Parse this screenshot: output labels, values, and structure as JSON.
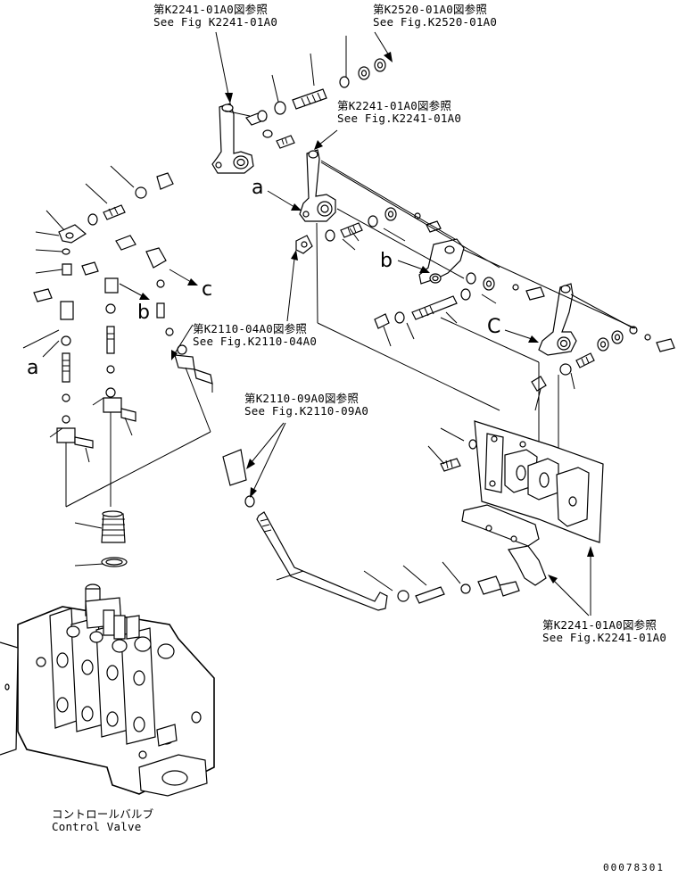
{
  "references": [
    {
      "jp": "第K2241-01A0図参照",
      "en": "See Fig K2241-01A0"
    },
    {
      "jp": "第K2520-01A0図参照",
      "en": "See Fig.K2520-01A0"
    },
    {
      "jp": "第K2241-01A0図参照",
      "en": "See Fig.K2241-01A0"
    },
    {
      "jp": "第K2110-04A0図参照",
      "en": "See Fig.K2110-04A0"
    },
    {
      "jp": "第K2110-09A0図参照",
      "en": "See Fig.K2110-09A0"
    },
    {
      "jp": "第K2241-01A0図参照",
      "en": "See Fig.K2241-01A0"
    }
  ],
  "callouts": {
    "a1": "a",
    "b1": "b",
    "c1": "c",
    "a2": "a",
    "b2": "b",
    "c2": "C"
  },
  "component_label": {
    "jp": "コントロールバルブ",
    "en": "Control Valve"
  },
  "document_id": "00078301"
}
